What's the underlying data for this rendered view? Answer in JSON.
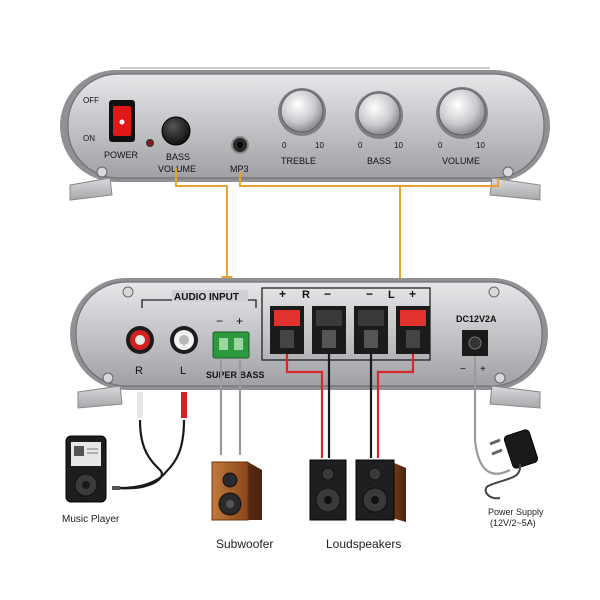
{
  "front_panel": {
    "switch_off_label": "OFF",
    "switch_on_label": "ON",
    "power_label": "POWER",
    "bass_volume_label_1": "BASS",
    "bass_volume_label_2": "VOLUME",
    "mp3_label": "MP3",
    "knobs": [
      {
        "label": "TREBLE",
        "min": "0",
        "max": "10"
      },
      {
        "label": "BASS",
        "min": "0",
        "max": "10"
      },
      {
        "label": "VOLUME",
        "min": "0",
        "max": "10"
      }
    ]
  },
  "rear_panel": {
    "audio_input_label": "AUDIO INPUT",
    "rca_right_label": "R",
    "rca_left_label": "L",
    "super_bass_label": "SUPER BASS",
    "sub_minus": "−",
    "sub_plus": "+",
    "speaker_plus_left": "+",
    "speaker_r": "R",
    "speaker_minus_left": "−",
    "speaker_minus_right": "−",
    "speaker_l": "L",
    "speaker_plus_right": "+",
    "dc_label": "DC12V2A",
    "dc_polarity_minus": "−",
    "dc_polarity_plus": "+"
  },
  "captions": {
    "music_player": "Music Player",
    "subwoofer": "Subwoofer",
    "loudspeakers": "Loudspeakers",
    "power_supply_1": "Power Supply",
    "power_supply_2": "(12V/2~5A)"
  },
  "colors": {
    "panel_silver": "#c9cacc",
    "orange_line": "#e8a030",
    "red_wire": "#d8282a",
    "black_wire": "#1a1a1a",
    "terminal_green": "#2e9a3e",
    "speaker_wood": "#a0562a"
  }
}
